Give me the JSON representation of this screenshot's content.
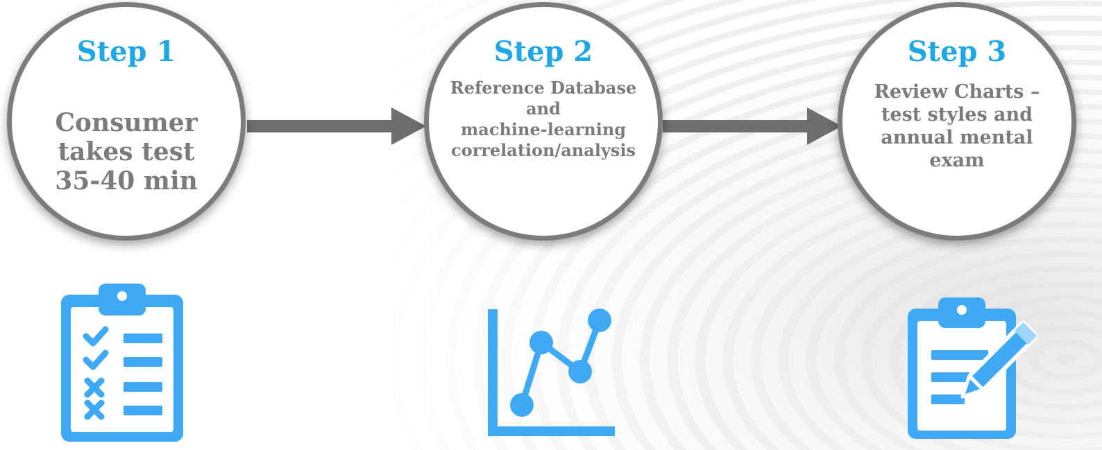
{
  "steps": [
    {
      "title": "Step 1",
      "description": "Consumer\ntakes test\n35-40 min",
      "icon": "clipboard-checklist-icon"
    },
    {
      "title": "Step 2",
      "description": "Reference Database\nand\nmachine-learning\ncorrelation/analysis",
      "icon": "line-chart-icon"
    },
    {
      "title": "Step 3",
      "description": "Review Charts –\ntest styles and\nannual mental\nexam",
      "icon": "clipboard-edit-icon"
    }
  ],
  "colors": {
    "accent_blue": "#1fa7e4",
    "icon_blue": "#3fa9f5",
    "icon_light": "#9fd4fb",
    "circle_gray": "#7c7c7c",
    "text_gray": "#7b7b7b",
    "arrow_gray": "#6e6e6e"
  }
}
